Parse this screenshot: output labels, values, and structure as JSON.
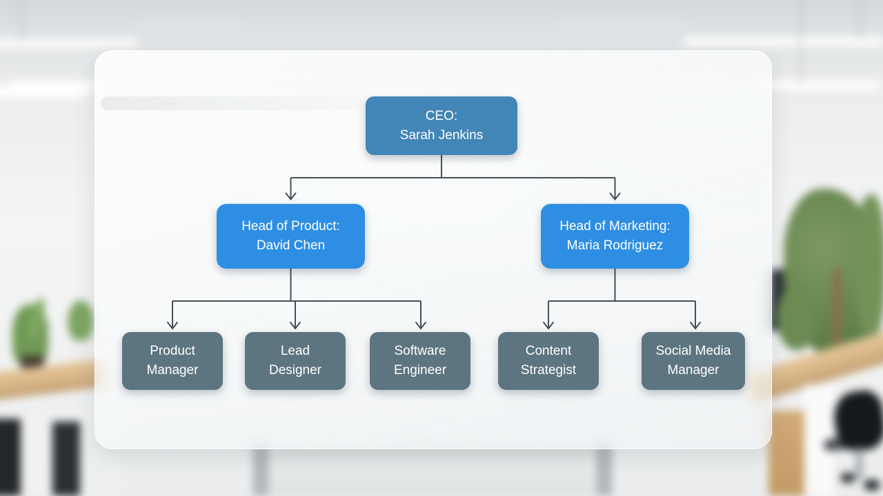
{
  "scene": {
    "title": "Company organization chart on frosted glass panel over blurred office interior"
  },
  "colors": {
    "level1_bg": "#4285b7",
    "level2_bg": "#2e8ee3",
    "level3_bg": "#5d7580",
    "node_text": "#ffffff",
    "connector": "#484d52"
  },
  "org_chart": {
    "ceo": {
      "label": "CEO:\nSarah Jenkins"
    },
    "managers": [
      {
        "label": "Head of Product:\nDavid Chen"
      },
      {
        "label": "Head of Marketing:\nMaria Rodriguez"
      }
    ],
    "staff": [
      {
        "label": "Product\nManager"
      },
      {
        "label": "Lead\nDesigner"
      },
      {
        "label": "Software\nEngineer"
      },
      {
        "label": "Content\nStrategist"
      },
      {
        "label": "Social Media\nManager"
      }
    ]
  }
}
